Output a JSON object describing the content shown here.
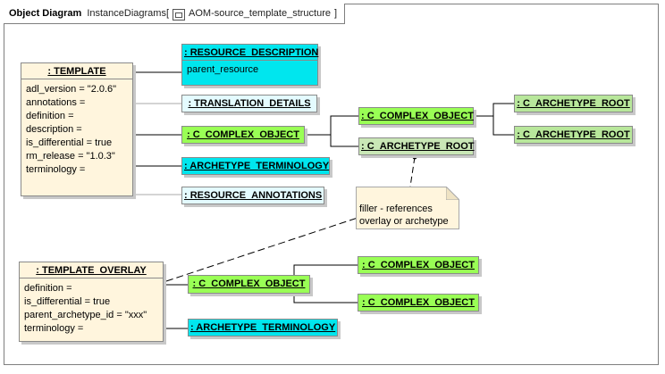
{
  "diagram_header": {
    "kind": "Object Diagram",
    "name": "InstanceDiagrams",
    "bracket_open": "[",
    "context": "AOM-source_template_structure",
    "bracket_close": "]"
  },
  "objects": {
    "template": {
      "title": ": TEMPLATE",
      "attributes": [
        "adl_version = \"2.0.6\"",
        "annotations =",
        "definition =",
        "description =",
        "is_differential = true",
        "rm_release = \"1.0.3\"",
        "terminology ="
      ]
    },
    "resource_description": {
      "title": ": RESOURCE_DESCRIPTION",
      "attributes": [
        "parent_resource"
      ]
    },
    "translation_details": {
      "title": ": TRANSLATION_DETAILS"
    },
    "template_complex_object": {
      "title": ": C_COMPLEX_OBJECT"
    },
    "archetype_terminology_1": {
      "title": ": ARCHETYPE_TERMINOLOGY"
    },
    "resource_annotations": {
      "title": ": RESOURCE_ANNOTATIONS"
    },
    "child_complex_object": {
      "title": ": C_COMPLEX_OBJECT"
    },
    "archetype_root_mid": {
      "title": ": C_ARCHETYPE_ROOT"
    },
    "archetype_root_right_1": {
      "title": ": C_ARCHETYPE_ROOT"
    },
    "archetype_root_right_2": {
      "title": ": C_ARCHETYPE_ROOT"
    },
    "template_overlay": {
      "title": ": TEMPLATE_OVERLAY",
      "attributes": [
        "definition =",
        "is_differential = true",
        "parent_archetype_id = \"xxx\"",
        "terminology ="
      ]
    },
    "overlay_complex_object": {
      "title": ": C_COMPLEX_OBJECT"
    },
    "overlay_child_1": {
      "title": ": C_COMPLEX_OBJECT"
    },
    "overlay_child_2": {
      "title": ": C_COMPLEX_OBJECT"
    },
    "archetype_terminology_2": {
      "title": ": ARCHETYPE_TERMINOLOGY"
    }
  },
  "note": {
    "lines": [
      "filler - references",
      "overlay or archetype"
    ]
  },
  "colors": {
    "template": "#fff5dd",
    "resource_primary": "#00e6ee",
    "resource_light": "#e4fbff",
    "complex_object": "#99ff55",
    "archetype_root": "#c9e7b6"
  }
}
